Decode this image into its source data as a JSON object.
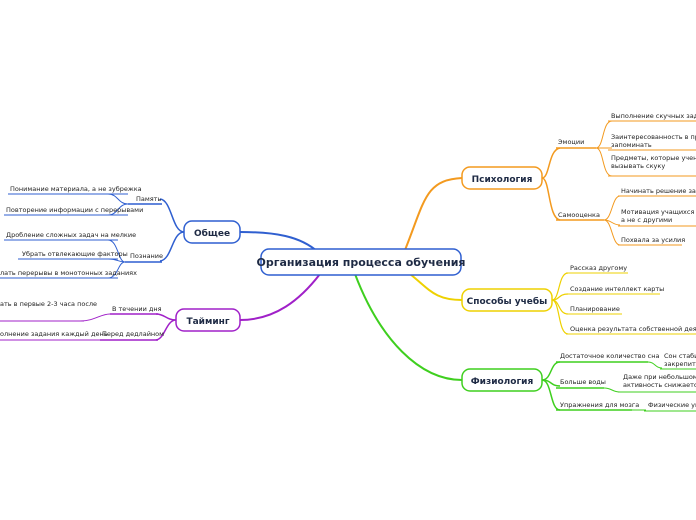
{
  "central": "Организация процесса обучения",
  "colors": {
    "blue": "#2f5fd0",
    "purple": "#a020c8",
    "orange": "#f39a1f",
    "yellow": "#eed100",
    "green": "#3fcf1f"
  },
  "branches": {
    "general": {
      "label": "Общее",
      "memory": {
        "label": "Память",
        "items": [
          "Понимание материала, а не зубрежка",
          "Повторение информации с перерывами"
        ]
      },
      "cognition": {
        "label": "Познание",
        "items": [
          "Дробление сложных задач на мелкие",
          "Убрать отвлекающие факторы",
          "лать перерывы в монотонных заданиях"
        ]
      }
    },
    "timing": {
      "label": "Тайминг",
      "during_day": {
        "label": "В течении дня",
        "items": [
          "ать в первые 2-3 часа после"
        ]
      },
      "before_deadline": {
        "label": "Перед дедлайном",
        "items": [
          "олнение задания каждый день"
        ]
      }
    },
    "psychology": {
      "label": "Психология",
      "emotions": {
        "label": "Эмоции",
        "items": [
          {
            "l1": "Выполнение скучных задач в"
          },
          {
            "l1": "Заинтересованность в пред",
            "l2": "запоминать"
          },
          {
            "l1": "Предметы, которые ученики",
            "l2": "вызывать скуку"
          }
        ]
      },
      "self_esteem": {
        "label": "Самооценка",
        "items": [
          {
            "l1": "Начинать решение зада"
          },
          {
            "l1": "Мотивация учащихся ср",
            "l2": "а не с другими"
          },
          {
            "l1": "Похвала за усилия"
          }
        ]
      }
    },
    "study_methods": {
      "label": "Способы учебы",
      "items": [
        "Рассказ другому",
        "Создание интеллект карты",
        "Планирование",
        "Оценка результата собственной деятельн"
      ]
    },
    "physiology": {
      "label": "Физиология",
      "sleep": {
        "label": "Достаточное количество сна",
        "detail1": "Сон стабил",
        "detail2": "закрепить"
      },
      "water": {
        "label": "Больше воды",
        "detail1": "Даже при небольшом об",
        "detail2": "активность снижается"
      },
      "exercise": {
        "label": "Упражнения для мозга",
        "detail1": "Физические упр"
      }
    }
  }
}
